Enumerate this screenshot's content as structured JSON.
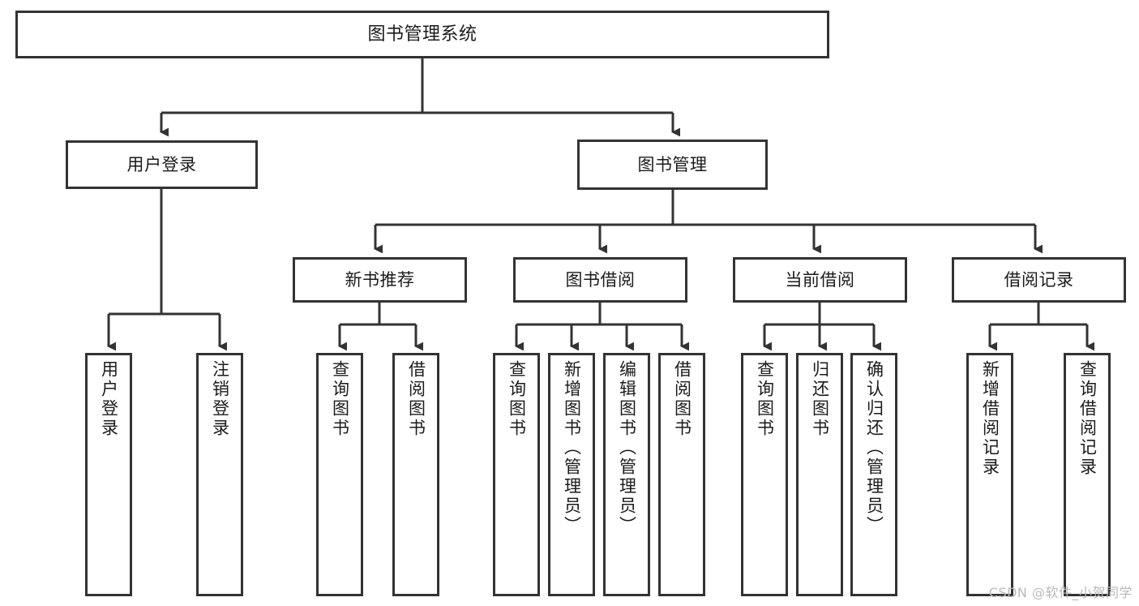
{
  "diagram": {
    "title": "图书管理系统",
    "type": "tree-hierarchy-diagram",
    "stroke_color": "#333333",
    "background_color": "#ffffff",
    "text_color": "#1b1b1b"
  },
  "root": {
    "label": "图书管理系统"
  },
  "level2": [
    {
      "label": "用户登录"
    },
    {
      "label": "图书管理"
    }
  ],
  "level3": [
    {
      "label": "新书推荐"
    },
    {
      "label": "图书借阅"
    },
    {
      "label": "当前借阅"
    },
    {
      "label": "借阅记录"
    }
  ],
  "leaves": {
    "user_login": [
      {
        "label": "用户登录"
      },
      {
        "label": "注销登录"
      }
    ],
    "new_book": [
      {
        "label": "查询图书"
      },
      {
        "label": "借阅图书"
      }
    ],
    "book_borrow": [
      {
        "label": "查询图书"
      },
      {
        "label": "新增图书（管理员）"
      },
      {
        "label": "编辑图书（管理员）"
      },
      {
        "label": "借阅图书"
      }
    ],
    "current_borrow": [
      {
        "label": "查询图书"
      },
      {
        "label": "归还图书"
      },
      {
        "label": "确认归还（管理员）"
      }
    ],
    "borrow_record": [
      {
        "label": "新增借阅记录"
      },
      {
        "label": "查询借阅记录"
      }
    ]
  },
  "watermark": {
    "text": "CSDN @软件_小贺同学"
  }
}
